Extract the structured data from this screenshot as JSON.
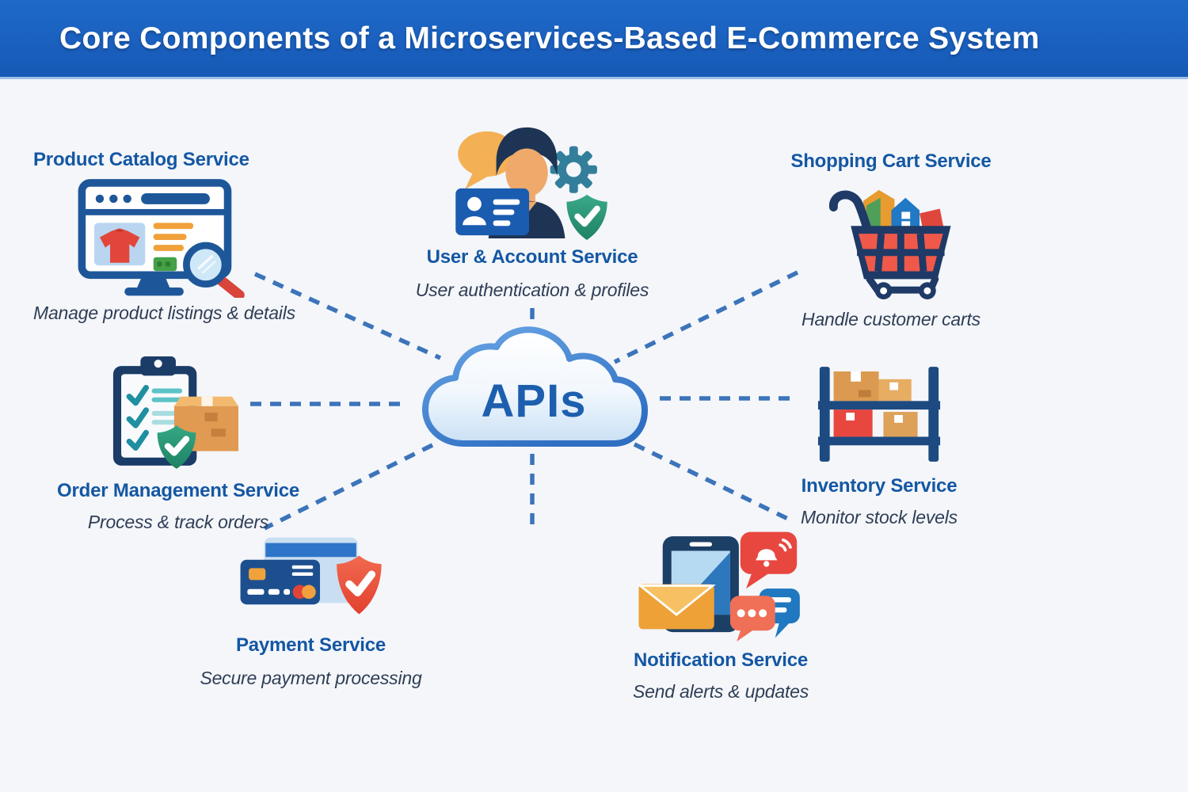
{
  "header": {
    "title": "Core Components of a Microservices-Based E-Commerce System"
  },
  "cloud": {
    "label": "APIs",
    "icon": "cloud-icon"
  },
  "services": [
    {
      "id": "product-catalog",
      "title": "Product Catalog Service",
      "subtitle": "Manage product listings & details",
      "icon": "monitor-search-icon"
    },
    {
      "id": "user-account",
      "title": "User & Account Service",
      "subtitle": "User authentication & profiles",
      "icon": "user-profile-shield-icon"
    },
    {
      "id": "shopping-cart",
      "title": "Shopping Cart Service",
      "subtitle": "Handle customer carts",
      "icon": "shopping-cart-icon"
    },
    {
      "id": "order-management",
      "title": "Order Management Service",
      "subtitle": "Process & track orders",
      "icon": "clipboard-package-icon"
    },
    {
      "id": "inventory",
      "title": "Inventory Service",
      "subtitle": "Monitor stock levels",
      "icon": "warehouse-shelf-icon"
    },
    {
      "id": "payment",
      "title": "Payment Service",
      "subtitle": "Secure payment processing",
      "icon": "credit-card-shield-icon"
    },
    {
      "id": "notification",
      "title": "Notification Service",
      "subtitle": "Send alerts & updates",
      "icon": "phone-alerts-icon"
    }
  ],
  "colors": {
    "header_bg": "#1a5fbe",
    "header_text": "#ffffff",
    "page_bg": "#f4f6fa",
    "service_title": "#1457a3",
    "service_subtitle": "#2f3e55",
    "connector": "#3c74ba",
    "cloud_label": "#1d5fae",
    "cloud_stroke": "#3f7ccb"
  }
}
